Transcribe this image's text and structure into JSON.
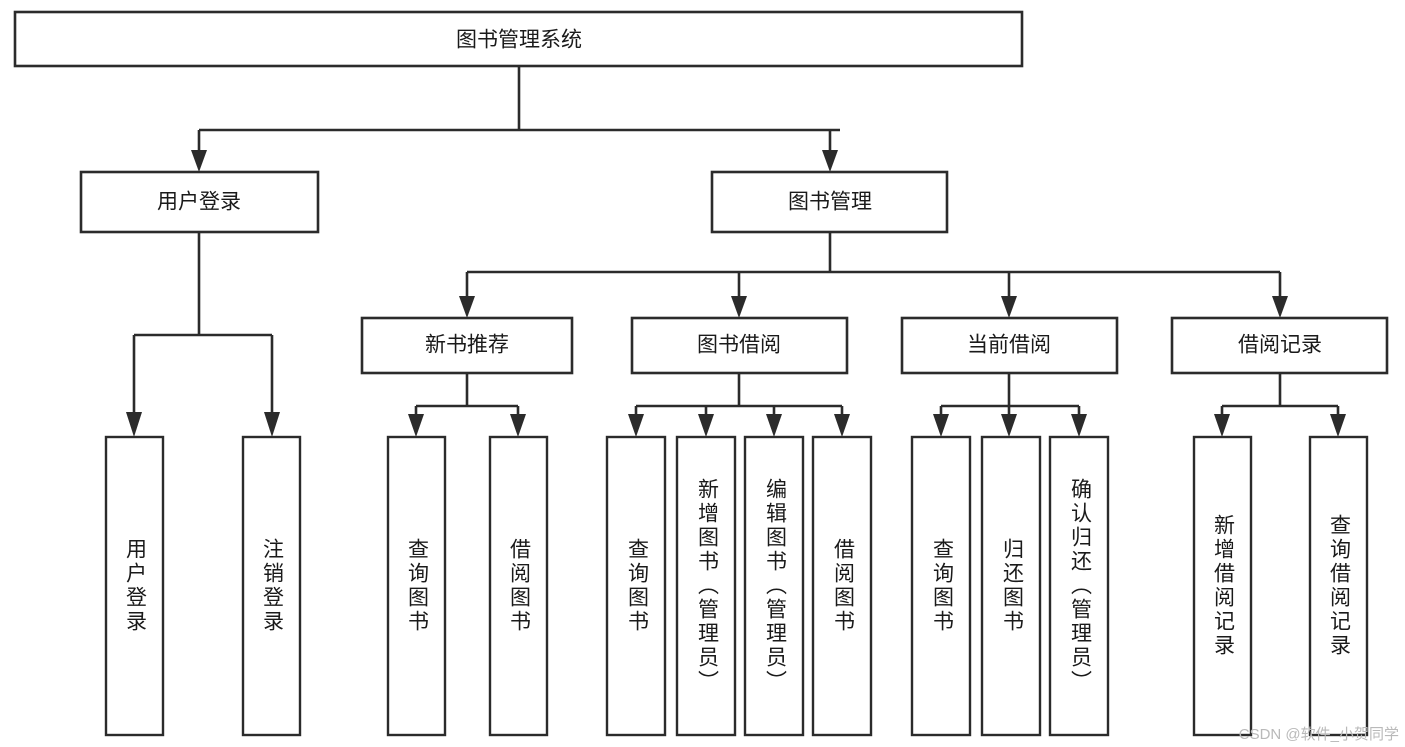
{
  "diagram": {
    "title": "图书管理系统",
    "type": "tree-hierarchy",
    "root": {
      "id": "root",
      "label": "图书管理系统"
    },
    "level2": [
      {
        "id": "user-login",
        "label": "用户登录"
      },
      {
        "id": "book-manage",
        "label": "图书管理"
      }
    ],
    "level3": [
      {
        "id": "new-book-rec",
        "label": "新书推荐",
        "parent": "book-manage"
      },
      {
        "id": "book-borrow",
        "label": "图书借阅",
        "parent": "book-manage"
      },
      {
        "id": "current-borrow",
        "label": "当前借阅",
        "parent": "book-manage"
      },
      {
        "id": "borrow-record",
        "label": "借阅记录",
        "parent": "book-manage"
      }
    ],
    "leaves": {
      "user_login": [
        {
          "id": "leaf-user-login",
          "label": "用户登录"
        },
        {
          "id": "leaf-user-logout",
          "label": "注销登录"
        }
      ],
      "new_book_rec": [
        {
          "id": "leaf-query-book-1",
          "label": "查询图书"
        },
        {
          "id": "leaf-borrow-book-1",
          "label": "借阅图书"
        }
      ],
      "book_borrow": [
        {
          "id": "leaf-query-book-2",
          "label": "查询图书"
        },
        {
          "id": "leaf-add-book",
          "label": "新增图书（管理员）"
        },
        {
          "id": "leaf-edit-book",
          "label": "编辑图书（管理员）"
        },
        {
          "id": "leaf-borrow-book-2",
          "label": "借阅图书"
        }
      ],
      "current_borrow": [
        {
          "id": "leaf-query-book-3",
          "label": "查询图书"
        },
        {
          "id": "leaf-return-book",
          "label": "归还图书"
        },
        {
          "id": "leaf-confirm-return",
          "label": "确认归还（管理员）"
        }
      ],
      "borrow_record": [
        {
          "id": "leaf-add-record",
          "label": "新增借阅记录"
        },
        {
          "id": "leaf-query-record",
          "label": "查询借阅记录"
        }
      ]
    }
  },
  "watermark": {
    "text": "CSDN @软件_小贺同学"
  },
  "colors": {
    "stroke": "#2b2b2b",
    "fill": "#ffffff",
    "text": "#1a1a1a",
    "watermark": "#b9b9b9"
  }
}
